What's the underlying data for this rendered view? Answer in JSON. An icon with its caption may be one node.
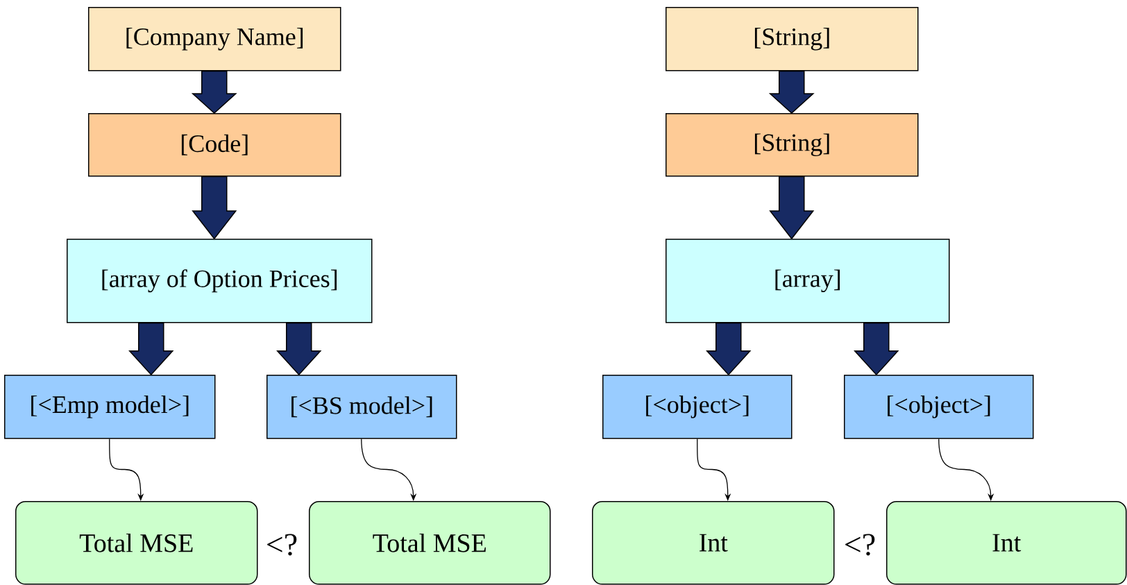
{
  "diagram": {
    "nodes": [
      {
        "text": [
          "[Company Name]"
        ]
      },
      {
        "text": [
          "[Code]"
        ]
      },
      {
        "text": [
          "[array of Option Prices]"
        ]
      },
      {
        "text": [
          "[<Emp model>]"
        ]
      },
      {
        "text": [
          "[<BS model>]"
        ]
      },
      {
        "text": [
          "Total MSE"
        ]
      },
      {
        "text": [
          "Total MSE"
        ]
      },
      {
        "text": [
          "[String]"
        ]
      },
      {
        "text": [
          "[String]"
        ]
      },
      {
        "text": [
          "[array]"
        ]
      },
      {
        "text": [
          "[<object>]"
        ]
      },
      {
        "text": [
          "[<object>]"
        ]
      },
      {
        "text": [
          "Int"
        ]
      },
      {
        "text": [
          "Int"
        ]
      }
    ],
    "edges": [
      {
        "from": 0,
        "to": 1,
        "arrow": "to",
        "style": "thick",
        "color": "#172a63"
      },
      {
        "from": 1,
        "to": 2,
        "arrow": "to",
        "style": "thick",
        "color": "#172a63"
      },
      {
        "from": 2,
        "to": 3,
        "arrow": "to",
        "style": "thick",
        "color": "#172a63"
      },
      {
        "from": 2,
        "to": 4,
        "arrow": "to",
        "style": "thick",
        "color": "#172a63"
      },
      {
        "from": 3,
        "to": 5,
        "arrow": "to"
      },
      {
        "from": 4,
        "to": 6,
        "arrow": "to"
      },
      {
        "from": 7,
        "to": 8,
        "arrow": "to",
        "style": "thick",
        "color": "#172a63"
      },
      {
        "from": 8,
        "to": 9,
        "arrow": "to",
        "style": "thick",
        "color": "#172a63"
      },
      {
        "from": 9,
        "to": 10,
        "arrow": "to",
        "style": "thick",
        "color": "#172a63"
      },
      {
        "from": 9,
        "to": 11,
        "arrow": "to",
        "style": "thick",
        "color": "#172a63"
      },
      {
        "from": 10,
        "to": 12,
        "arrow": "to"
      },
      {
        "from": 11,
        "to": 13,
        "arrow": "to"
      }
    ],
    "labels": [
      "<?",
      "<?"
    ]
  }
}
